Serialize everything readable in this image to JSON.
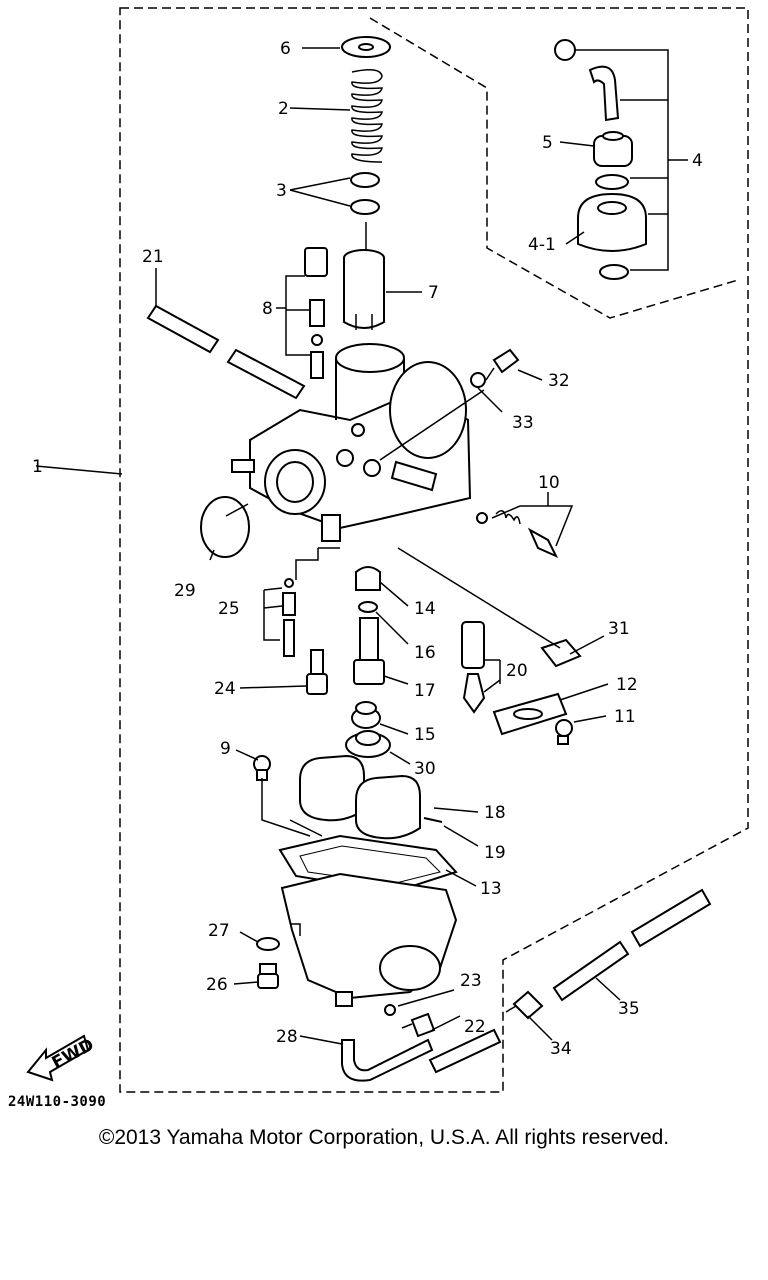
{
  "diagram": {
    "callouts": [
      "1",
      "2",
      "3",
      "4",
      "4-1",
      "5",
      "6",
      "7",
      "8",
      "9",
      "10",
      "11",
      "12",
      "13",
      "14",
      "15",
      "16",
      "17",
      "18",
      "19",
      "20",
      "21",
      "22",
      "23",
      "24",
      "25",
      "26",
      "27",
      "28",
      "29",
      "30",
      "31",
      "32",
      "33",
      "34",
      "35"
    ],
    "fwd_label": "FWD",
    "reference_code": "24W110-3090"
  },
  "footer": {
    "copyright": "©2013 Yamaha Motor Corporation, U.S.A. All rights reserved."
  }
}
